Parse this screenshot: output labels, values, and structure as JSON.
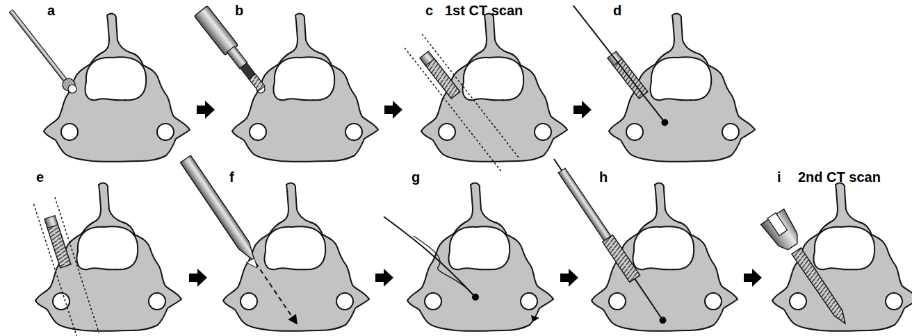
{
  "diagram": {
    "labels": [
      "a",
      "b",
      "c",
      "1st CT scan",
      "d",
      "e",
      "f",
      "g",
      "h",
      "i",
      "2nd CT scan"
    ]
  }
}
